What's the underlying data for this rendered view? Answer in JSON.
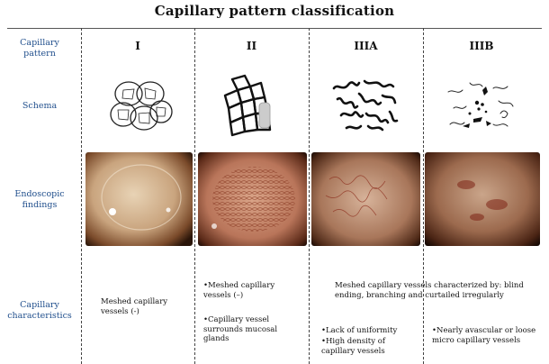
{
  "title": "Capillary pattern classification",
  "rows": {
    "capillary_pattern": "Capillary\npattern",
    "schema": "Schema",
    "endoscopic_findings": "Endoscopic\nfindings",
    "capillary_characteristics": "Capillary\ncharacteristics"
  },
  "columns": [
    "I",
    "II",
    "IIIA",
    "IIIB"
  ],
  "characteristics": {
    "I": "Meshed capillary vessels (-)",
    "II": [
      "Meshed capillary vessels (–)",
      "Capillary vessel surrounds mucosal glands"
    ],
    "III_common": "Meshed capillary vessels characterized by: blind ending, branching and curtailed irregularly",
    "IIIA": [
      "Lack of uniformity",
      "High density of capillary vessels"
    ],
    "IIIB": "Nearly avascular or loose micro capillary vessels"
  }
}
